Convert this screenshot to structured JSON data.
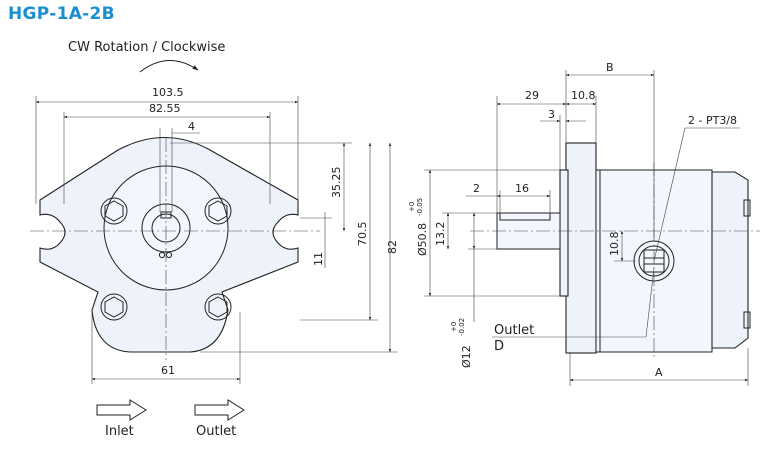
{
  "title": "HGP-1A-2B",
  "rotation": "CW Rotation / Clockwise",
  "front_dims": {
    "width_overall": "103.5",
    "bolt_span": "82.55",
    "key_width": "4",
    "upper_offset": "35.25",
    "side_height": "70.5",
    "total_height": "82",
    "shaft_offset": "11",
    "bottom_width": "61"
  },
  "side_dims": {
    "b": "B",
    "flange_depth": "29",
    "flange_thickness": "10.8",
    "pilot": "3",
    "port": "2 - PT3/8",
    "key_start": "2",
    "key_length": "16",
    "pilot_dia": "Ø50.8",
    "pilot_tol_upper": "+0",
    "pilot_tol_lower": "-0.05",
    "shaft_height": "13.2",
    "port_offset": "10.8",
    "shaft_dia": "Ø12",
    "shaft_tol_upper": "+0",
    "shaft_tol_lower": "-0.02",
    "outlet": "Outlet",
    "d": "D",
    "a": "A"
  },
  "legend": {
    "inlet": "Inlet",
    "outlet": "Outlet"
  }
}
